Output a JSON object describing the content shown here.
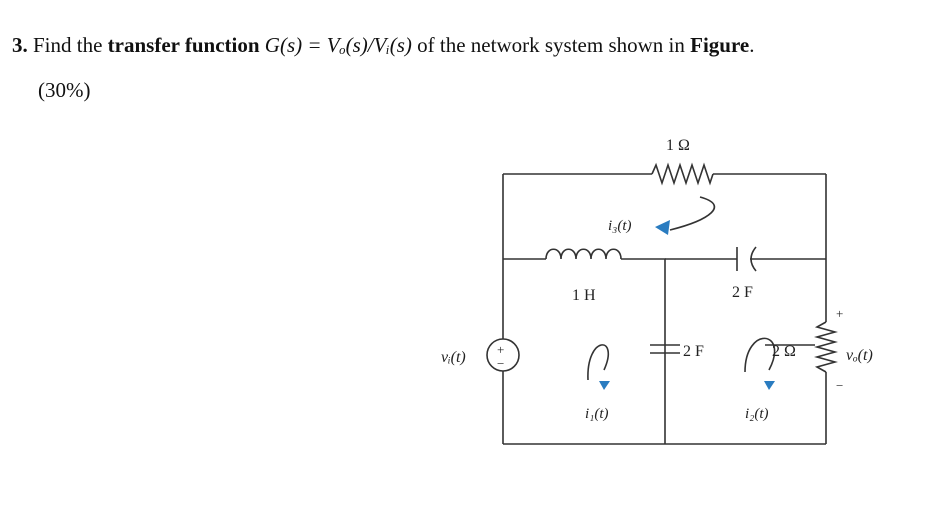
{
  "question": {
    "number": "3.",
    "text1": "Find the",
    "bold1": "transfer function",
    "formula": "G(s) = Vₒ(s)/Vᵢ(s)",
    "text2": "of the network system shown in",
    "bold2": "Figure",
    "period": ".",
    "weight": "(30%)"
  },
  "circuit": {
    "r_top": "1 Ω",
    "inductor": "1 H",
    "cap_top": "2 F",
    "cap_mid": "2 F",
    "r_right": "2 Ω",
    "source": "vᵢ(t)",
    "output": "vₒ(t)",
    "plus": "+",
    "minus": "−",
    "i1": "i₁(t)",
    "i2": "i₂(t)",
    "i3": "i₃(t)"
  }
}
